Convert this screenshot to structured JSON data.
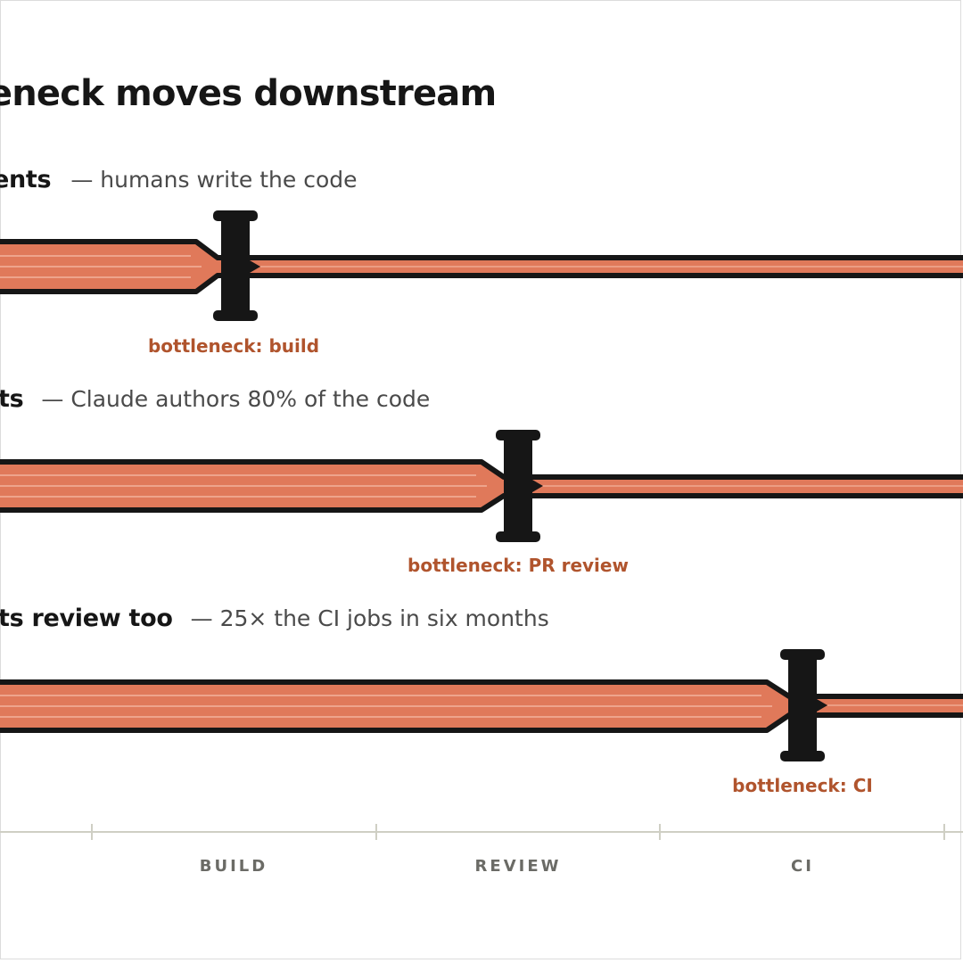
{
  "title": "leneck moves downstream",
  "rows": [
    {
      "heading": "ents",
      "description": "— humans write the code",
      "bottleneck_label": "bottleneck: build"
    },
    {
      "heading": "ts",
      "description": "— Claude authors 80% of the code",
      "bottleneck_label": "bottleneck: PR review"
    },
    {
      "heading": "ts review too",
      "description": "— 25× the CI jobs in six months",
      "bottleneck_label": "bottleneck: CI"
    }
  ],
  "stages": [
    "BUILD",
    "REVIEW",
    "CI"
  ],
  "colors": {
    "pipe_fill": "#e0795a",
    "pipe_stripe": "#f3b39c",
    "outline": "#161616",
    "bottleneck_text": "#b0542d",
    "axis": "#cfcfc4",
    "stage_text": "#6b6b66"
  }
}
